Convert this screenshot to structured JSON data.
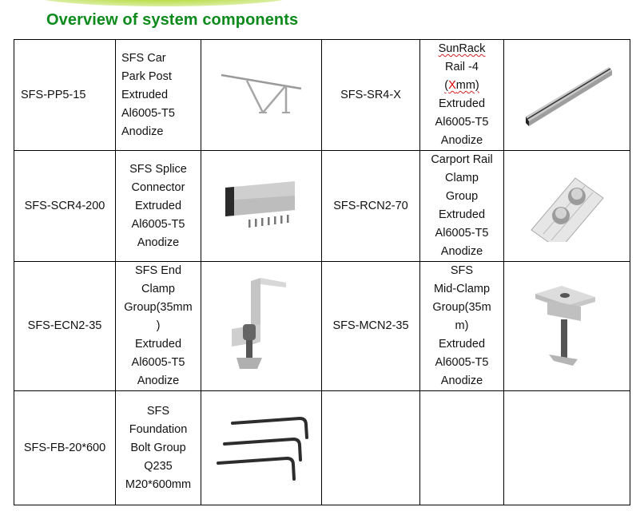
{
  "header": {
    "title": "Overview of system components"
  },
  "table": {
    "rows": [
      {
        "left": {
          "code": "SFS-PP5-15",
          "desc": [
            "SFS Car",
            "Park Post",
            "Extruded",
            "Al6005-T5",
            "Anodize"
          ],
          "image": "car-park-post-image"
        },
        "right": {
          "code": "SFS-SR4-X",
          "desc_parts": {
            "l1": "SunRack",
            "l2": "Rail -4",
            "l3a": "(",
            "l3x": "X",
            "l3b": "mm)",
            "l4": "Extruded",
            "l5": "Al6005-T5",
            "l6": "Anodize"
          },
          "image": "sunrack-rail-image"
        }
      },
      {
        "left": {
          "code": "SFS-SCR4-200",
          "desc": [
            "SFS Splice",
            "Connector",
            "Extruded",
            "Al6005-T5",
            "Anodize"
          ],
          "image": "splice-connector-image"
        },
        "right": {
          "code": "SFS-RCN2-70",
          "desc": [
            "Carport Rail",
            "Clamp",
            "Group",
            "Extruded",
            "Al6005-T5",
            "Anodize"
          ],
          "image": "rail-clamp-image"
        }
      },
      {
        "left": {
          "code": "SFS-ECN2-35",
          "desc": [
            "SFS End",
            "Clamp",
            "Group(35mm",
            ")",
            "Extruded",
            "Al6005-T5",
            "Anodize"
          ],
          "image": "end-clamp-image"
        },
        "right": {
          "code": "SFS-MCN2-35",
          "desc": [
            "SFS",
            "Mid-Clamp",
            "Group(35m",
            "m)",
            "Extruded",
            "Al6005-T5",
            "Anodize"
          ],
          "image": "mid-clamp-image"
        }
      },
      {
        "left": {
          "code": "SFS-FB-20*600",
          "desc": [
            "SFS",
            "Foundation",
            "Bolt Group",
            "Q235",
            "M20*600mm"
          ],
          "image": "foundation-bolt-image"
        },
        "right": {
          "code": "",
          "desc": [],
          "image": ""
        }
      }
    ]
  },
  "colors": {
    "title": "#0d8a1c",
    "swoosh": "#a8d400",
    "border": "#000000",
    "spellcheck": "#d02020",
    "x_mark": "#e00000"
  }
}
